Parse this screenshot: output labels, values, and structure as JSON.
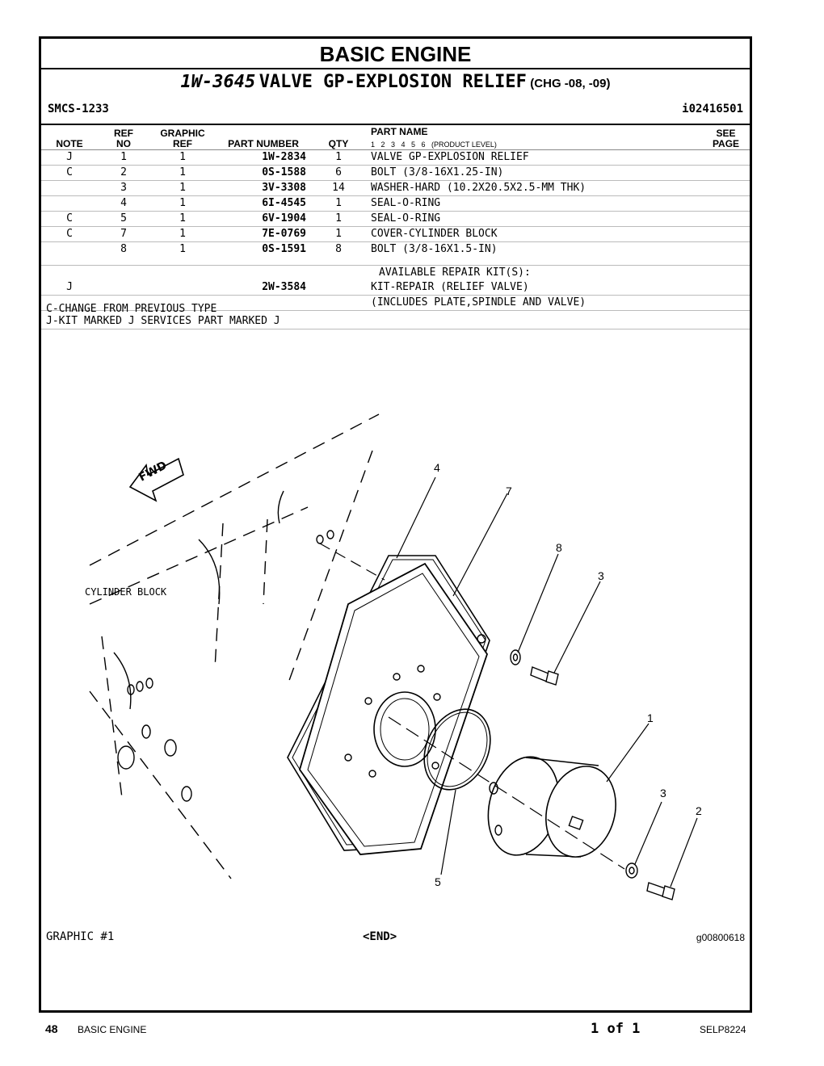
{
  "header": {
    "title": "BASIC ENGINE",
    "part_number": "1W-3645",
    "part_name": "VALVE GP-EXPLOSION RELIEF",
    "change": "(CHG -08, -09)",
    "smcs": "SMCS-1233",
    "doc_id": "i02416501"
  },
  "table": {
    "headers": {
      "note": "NOTE",
      "ref_top": "REF",
      "ref_bottom": "NO",
      "graphic_top": "GRAPHIC",
      "graphic_bottom": "REF",
      "part_number": "PART NUMBER",
      "qty": "QTY",
      "part_name": "PART NAME",
      "product_level": "1   2   3   4   5   6   (PRODUCT LEVEL)",
      "see_top": "SEE",
      "see_bottom": "PAGE"
    },
    "rows": [
      {
        "note": "J",
        "ref": "1",
        "gref": "1",
        "pn": "1W-2834",
        "qty": "1",
        "name": "VALVE GP-EXPLOSION RELIEF"
      },
      {
        "note": "C",
        "ref": "2",
        "gref": "1",
        "pn": "0S-1588",
        "qty": "6",
        "name": "BOLT (3/8-16X1.25-IN)"
      },
      {
        "note": "",
        "ref": "3",
        "gref": "1",
        "pn": "3V-3308",
        "qty": "14",
        "name": "WASHER-HARD (10.2X20.5X2.5-MM THK)"
      },
      {
        "note": "",
        "ref": "4",
        "gref": "1",
        "pn": "6I-4545",
        "qty": "1",
        "name": "SEAL-O-RING"
      },
      {
        "note": "C",
        "ref": "5",
        "gref": "1",
        "pn": "6V-1904",
        "qty": "1",
        "name": "SEAL-O-RING"
      },
      {
        "note": "C",
        "ref": "7",
        "gref": "1",
        "pn": "7E-0769",
        "qty": "1",
        "name": "COVER-CYLINDER BLOCK"
      },
      {
        "note": "",
        "ref": "8",
        "gref": "1",
        "pn": "0S-1591",
        "qty": "8",
        "name": "BOLT (3/8-16X1.5-IN)"
      }
    ],
    "kit_heading": "AVAILABLE REPAIR KIT(S):",
    "kit": {
      "note": "J",
      "pn": "2W-3584",
      "name": "KIT-REPAIR (RELIEF VALVE)"
    },
    "kit_includes": "(INCLUDES PLATE,SPINDLE AND VALVE)"
  },
  "notes": [
    "C-CHANGE FROM PREVIOUS TYPE",
    "J-KIT MARKED J SERVICES PART MARKED J"
  ],
  "graphic": {
    "fwd_label": "FWD",
    "block_label": "CYLINDER BLOCK",
    "callouts": [
      "4",
      "7",
      "8",
      "3",
      "1",
      "3",
      "2",
      "5"
    ],
    "caption": "GRAPHIC #1",
    "end_marker": "<END>",
    "graphic_id": "g00800618"
  },
  "footer": {
    "page_number": "48",
    "section": "BASIC ENGINE",
    "page_of": "1 of 1",
    "publication": "SELP8224"
  }
}
